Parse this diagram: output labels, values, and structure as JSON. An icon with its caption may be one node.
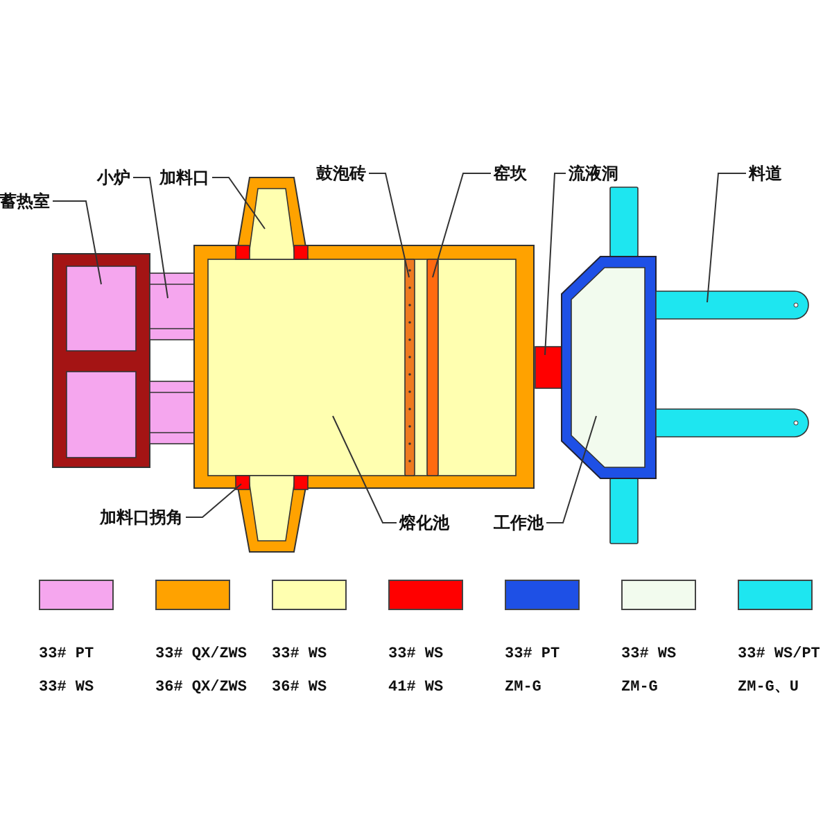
{
  "diagram": {
    "nodes": [
      {
        "text": [
          "蓄热室"
        ]
      },
      {
        "text": [
          "小炉"
        ]
      },
      {
        "text": [
          "加料口"
        ]
      },
      {
        "text": [
          "鼓泡砖"
        ]
      },
      {
        "text": [
          "窑坎"
        ]
      },
      {
        "text": [
          "流液洞"
        ]
      },
      {
        "text": [
          "料道"
        ]
      },
      {
        "text": [
          "加料口拐角"
        ]
      },
      {
        "text": [
          "熔化池"
        ]
      },
      {
        "text": [
          "工作池"
        ]
      },
      {
        "text": [],
        "shape": "box"
      },
      {
        "text": [],
        "shape": "box"
      },
      {
        "text": [],
        "shape": "box"
      },
      {
        "text": [],
        "shape": "bar",
        "in": 18
      },
      {
        "text": [],
        "shape": "bar",
        "in": 18
      },
      {
        "text": [],
        "shape": "box"
      },
      {
        "text": [],
        "shape": "bar"
      },
      {
        "text": [],
        "shape": "box"
      },
      {
        "text": [],
        "shape": "box"
      },
      {
        "text": [],
        "shape": "box"
      },
      {
        "text": [],
        "shape": "box"
      },
      {
        "text": [],
        "shape": "box"
      },
      {
        "text": [],
        "shape": "box"
      },
      {
        "text": [],
        "shape": "box"
      },
      {
        "text": [],
        "shape": "box"
      },
      {
        "text": [],
        "shape": "box"
      },
      {
        "text": [],
        "shape": "bar"
      },
      {
        "text": [],
        "shape": "bar"
      },
      {
        "text": [],
        "shape": "bar"
      }
    ],
    "edges": [
      {
        "from": 0,
        "to": 10,
        "arrow": "none"
      },
      {
        "from": 1,
        "to": 11,
        "arrow": "none"
      },
      {
        "from": 2,
        "to": 12,
        "arrow": "none"
      },
      {
        "from": 3,
        "to": 13,
        "arrow": "none"
      },
      {
        "from": 4,
        "to": 14,
        "arrow": "none"
      },
      {
        "from": 5,
        "to": 15,
        "arrow": "none"
      },
      {
        "from": 6,
        "to": 16,
        "arrow": "none"
      },
      {
        "from": 7,
        "to": 17,
        "arrow": "none"
      },
      {
        "from": 8,
        "to": 18,
        "arrow": "none"
      },
      {
        "from": 9,
        "to": 19,
        "arrow": "none"
      }
    ],
    "legend": [
      {
        "text": "33# PT 33# WS",
        "color": "#f5a6ee"
      },
      {
        "text": "33# QX/ZWS 36# QX/ZWS",
        "color": "#ffa200"
      },
      {
        "text": "33# WS 36# WS",
        "color": "#ffffb0"
      },
      {
        "text": "33# WS 41# WS",
        "color": "#ff0000"
      },
      {
        "text": "33# PT ZM-G",
        "color": "#1e50e6"
      },
      {
        "text": "33# WS ZM-G",
        "color": "#f2fbee"
      },
      {
        "text": "33# WS/PT ZM-G、U",
        "color": "#1ee6f0"
      }
    ]
  }
}
